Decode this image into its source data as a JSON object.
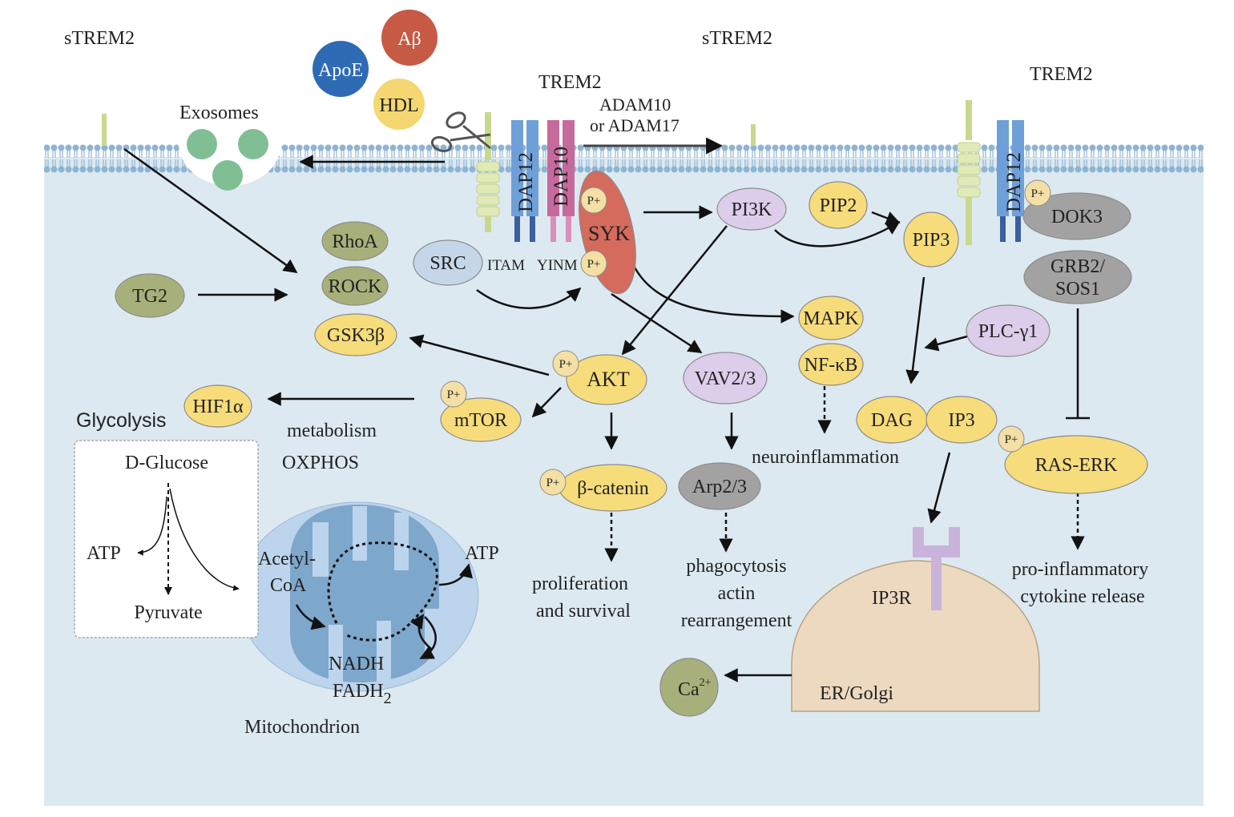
{
  "colors": {
    "cell": "#dde9f1",
    "membrane_head": "#8fb4d3",
    "yellow_node": "#f7dc7b",
    "purple_node": "#dccdea",
    "green_node": "#a7b07a",
    "gray_node": "#a2a2a2",
    "blue_node": "#c5d6e9",
    "syk": "#d46b5d",
    "er": "#ecd9c0",
    "mito_outer": "#bcd4ec",
    "mito_inner": "#7ea7cc",
    "receptor": "#d8e8a8",
    "dap12": "#6f9fd8",
    "dap10": "#c66a9c"
  },
  "ligands": {
    "abeta": "Aβ",
    "apoe": "ApoE",
    "hdl": "HDL"
  },
  "receptors": {
    "strem2_left": "sTREM2",
    "strem2_mid": "sTREM2",
    "trem2_center": "TREM2",
    "trem2_right": "TREM2",
    "dap12_center": "DAP12",
    "dap10": "DAP10",
    "dap12_right": "DAP12",
    "itam": "ITAM",
    "yinm": "YINM"
  },
  "labels": {
    "exosomes": "Exosomes",
    "adam10": "ADAM10",
    "adam17": "or ADAM17",
    "glycolysis": "Glycolysis",
    "metabolism": "metabolism",
    "oxphos": "OXPHOS",
    "d_glucose": "D-Glucose",
    "atp_left": "ATP",
    "pyruvate": "Pyruvate",
    "acetyl": "Acetyl-",
    "coa": "CoA",
    "atp_mito": "ATP",
    "nadh": "NADH",
    "fadh": "FADH",
    "fadh_sub": "2",
    "mitochondrion": "Mitochondrion",
    "proliferation_1": "proliferation",
    "proliferation_2": "and survival",
    "phago_1": "phagocytosis",
    "phago_2": "actin",
    "phago_3": "rearrangement",
    "neuroinflammation": "neuroinflammation",
    "proinf_1": "pro-inflammatory",
    "proinf_2": "cytokine release",
    "ip3r": "IP3R",
    "er_golgi": "ER/Golgi",
    "p_plus": "P+"
  },
  "nodes": {
    "rhoa": "RhoA",
    "rock": "ROCK",
    "gsk3b": "GSK3β",
    "tg2": "TG2",
    "src": "SRC",
    "syk": "SYK",
    "pi3k": "PI3K",
    "pip2": "PIP2",
    "pip3": "PIP3",
    "dok3": "DOK3",
    "grb2_1": "GRB2/",
    "grb2_2": "SOS1",
    "akt": "AKT",
    "vav": "VAV2/3",
    "mapk": "MAPK",
    "nfkb": "NF-κB",
    "plc": "PLC-γ1",
    "hif1a": "HIF1α",
    "mtor": "mTOR",
    "bcatenin": "β-catenin",
    "arp": "Arp2/3",
    "dag": "DAG",
    "ip3": "IP3",
    "rasErk": "RAS-ERK",
    "ca": "Ca",
    "ca_sup": "2+"
  }
}
